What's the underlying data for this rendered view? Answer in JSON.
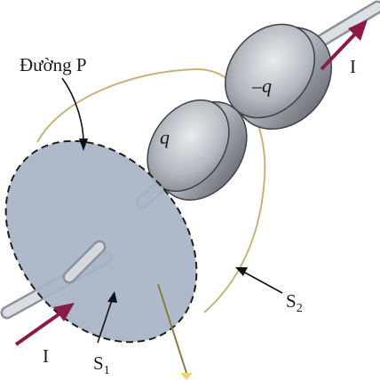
{
  "labels": {
    "path_name": "Đường P",
    "charge_pos": "q",
    "charge_neg": "–q",
    "current_in": "I",
    "current_out": "I",
    "surface1_base": "S",
    "surface1_sub": "1",
    "surface2_base": "S",
    "surface2_sub": "2"
  },
  "colors": {
    "arrow": "#8b1a4a",
    "surface2_outline": "#c9b27a",
    "surface1_fill": "#a7b4c4",
    "wire": "#c4c7cc",
    "plate": "#9ea3ab"
  }
}
